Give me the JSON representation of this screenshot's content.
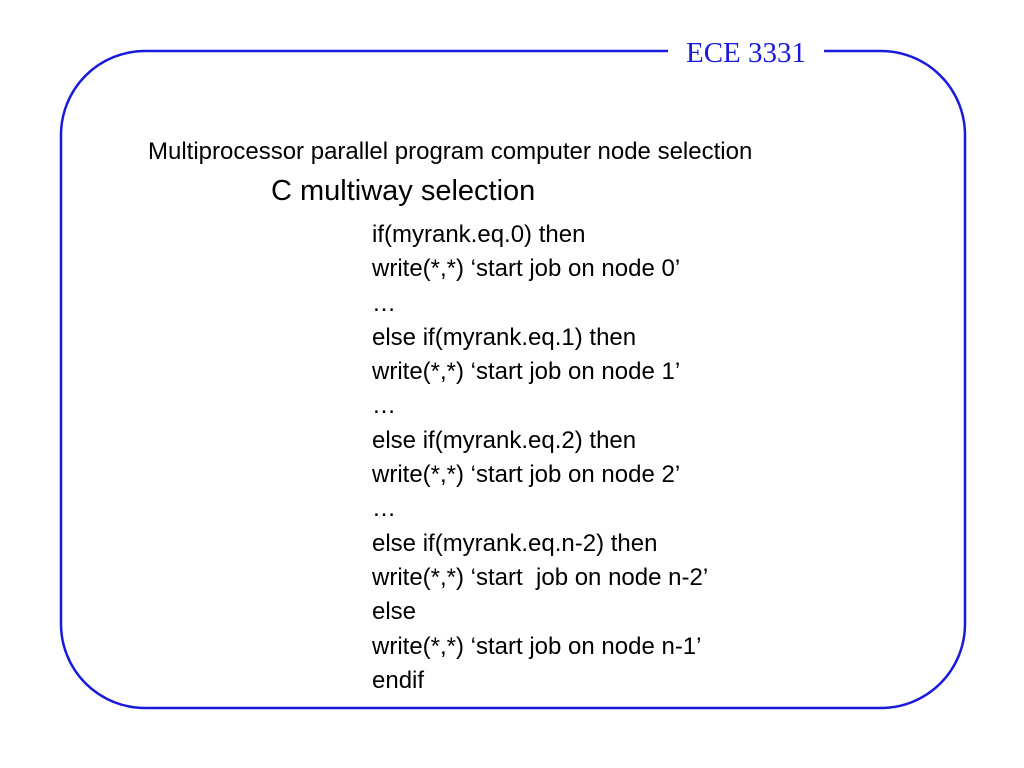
{
  "slide": {
    "course": "ECE 3331",
    "subtitle": "Multiprocessor parallel program computer node selection",
    "heading": "C multiway selection",
    "code_lines": [
      "if(myrank.eq.0) then",
      "write(*,*) ‘start job on node 0’",
      "…",
      "else if(myrank.eq.1) then",
      "write(*,*) ‘start job on node 1’",
      "…",
      "else if(myrank.eq.2) then",
      "write(*,*) ‘start job on node 2’",
      "…",
      "else if(myrank.eq.n-2) then",
      "write(*,*) ‘start  job on node n-2’",
      "else",
      "write(*,*) ‘start job on node n-1’",
      "endif"
    ]
  },
  "colors": {
    "frame": "#1a1adb",
    "text": "#000000"
  }
}
